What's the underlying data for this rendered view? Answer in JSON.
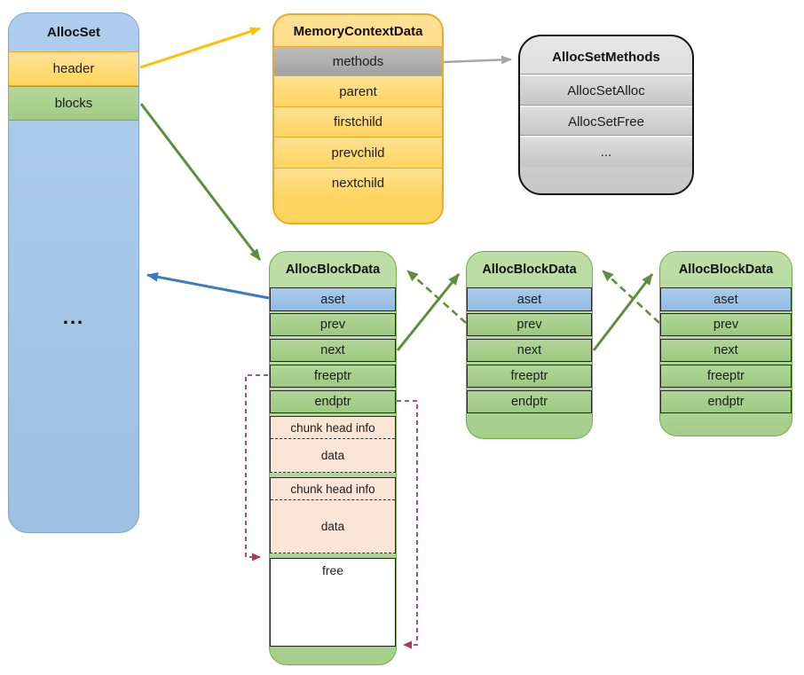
{
  "colors": {
    "blue_fill": "#A6C7EA",
    "blue_border": "#7AA5D6",
    "aset_fill": "#9DC3E6",
    "yellow_fill": "#FFD966",
    "yellow_border": "#EFA928",
    "green_fill": "#A9D18E",
    "green_border": "#70AD47",
    "gray_fill": "#ACACAC",
    "peach_fill": "#FBE5D6",
    "free_fill": "#FFFFFF",
    "arrow_yellow": "#FFC000",
    "arrow_gray": "#A6A6A6",
    "arrow_green": "#5F8F3C",
    "arrow_blue": "#3B7BC4",
    "arrow_maroon": "#A23B5E"
  },
  "allocset": {
    "title": "AllocSet",
    "header_label": "header",
    "blocks_label": "blocks",
    "ellipsis": "..."
  },
  "memory_context": {
    "title": "MemoryContextData",
    "fields": [
      "methods",
      "parent",
      "firstchild",
      "prevchild",
      "nextchild"
    ]
  },
  "allocset_methods": {
    "title": "AllocSetMethods",
    "rows": [
      "AllocSetAlloc",
      "AllocSetFree",
      "..."
    ]
  },
  "block": {
    "title": "AllocBlockData",
    "fields": [
      "aset",
      "prev",
      "next",
      "freeptr",
      "endptr"
    ],
    "chunk_head_label": "chunk head info",
    "chunk_data_label": "data",
    "free_label": "free"
  }
}
